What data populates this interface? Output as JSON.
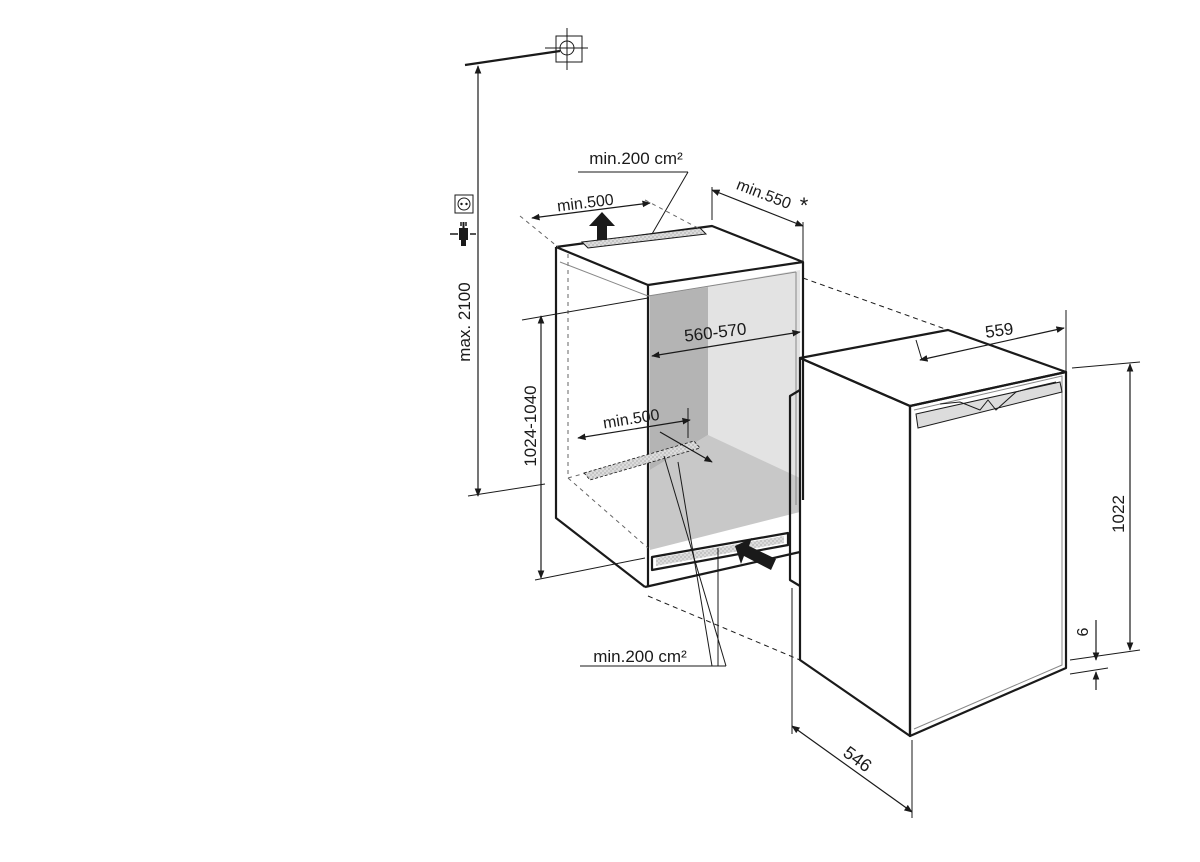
{
  "labels": {
    "max_height": "max. 2100",
    "niche_height": "1024-1040",
    "top_vent": "min.200 cm²",
    "top_depth": "min.500",
    "niche_depth": "min.550",
    "asterisk": "*",
    "niche_width": "560-570",
    "floor_depth": "min.500",
    "bottom_vent": "min.200 cm²",
    "appliance_width": "559",
    "appliance_height": "1022",
    "gap": "6",
    "appliance_depth": "546"
  },
  "icons": [
    "crosshair-icon",
    "socket-icon",
    "plug-icon"
  ],
  "colors": {
    "line": "#1a1a1a",
    "niche_back": "#e3e3e3",
    "niche_side": "#b4b4b4",
    "niche_floor": "#c8c8c8",
    "vent_grille": "#d9d9d9"
  }
}
